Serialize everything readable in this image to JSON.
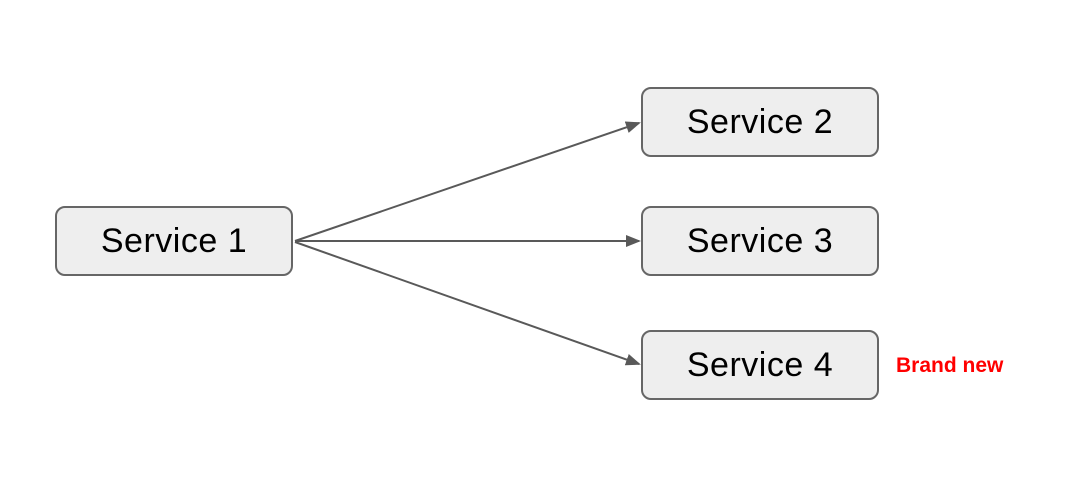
{
  "diagram": {
    "title": "service-fanout-diagram",
    "background_color": "#ffffff",
    "nodes": [
      {
        "id": "service-1",
        "label": "Service 1"
      },
      {
        "id": "service-2",
        "label": "Service 2"
      },
      {
        "id": "service-3",
        "label": "Service 3"
      },
      {
        "id": "service-4",
        "label": "Service 4"
      }
    ],
    "edges": [
      {
        "from": "service-1",
        "to": "service-2",
        "direction": "arrow"
      },
      {
        "from": "service-1",
        "to": "service-3",
        "direction": "arrow"
      },
      {
        "from": "service-1",
        "to": "service-4",
        "direction": "arrow"
      }
    ],
    "annotation": {
      "text": "Brand new",
      "color": "#ff0000",
      "beside_node": "service-4"
    },
    "colors": {
      "node_fill": "#eeeeee",
      "node_border": "#666666",
      "node_text": "#000000",
      "arrow": "#595959"
    }
  }
}
